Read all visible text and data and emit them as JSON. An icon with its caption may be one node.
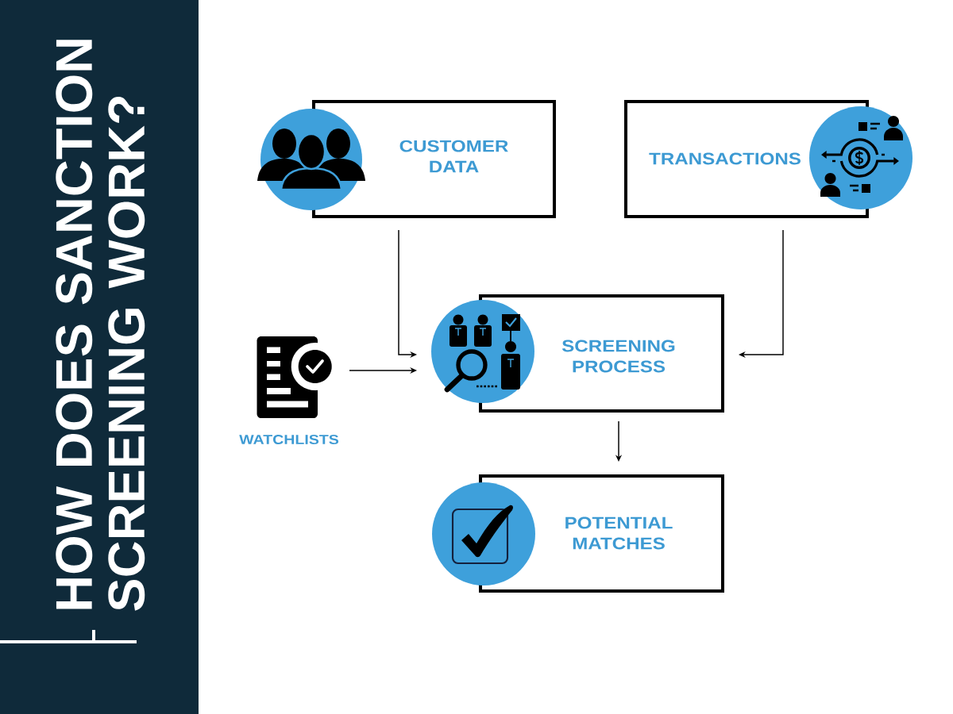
{
  "diagram": {
    "title": "HOW DOES SANCTION SCREENING WORK?",
    "nodes": [
      {
        "text": [
          "CUSTOMER DATA"
        ]
      },
      {
        "text": [
          "TRANSACTIONS"
        ]
      },
      {
        "text": [
          "WATCHLISTS"
        ]
      },
      {
        "text": [
          "SCREENING PROCESS"
        ]
      },
      {
        "text": [
          "POTENTIAL MATCHES"
        ]
      }
    ],
    "edges": [
      {
        "from": 0,
        "to": 3,
        "arrow": "to"
      },
      {
        "from": 1,
        "to": 3,
        "arrow": "to"
      },
      {
        "from": 2,
        "to": 3,
        "arrow": "to"
      },
      {
        "from": 3,
        "to": 4,
        "arrow": "to"
      }
    ]
  }
}
